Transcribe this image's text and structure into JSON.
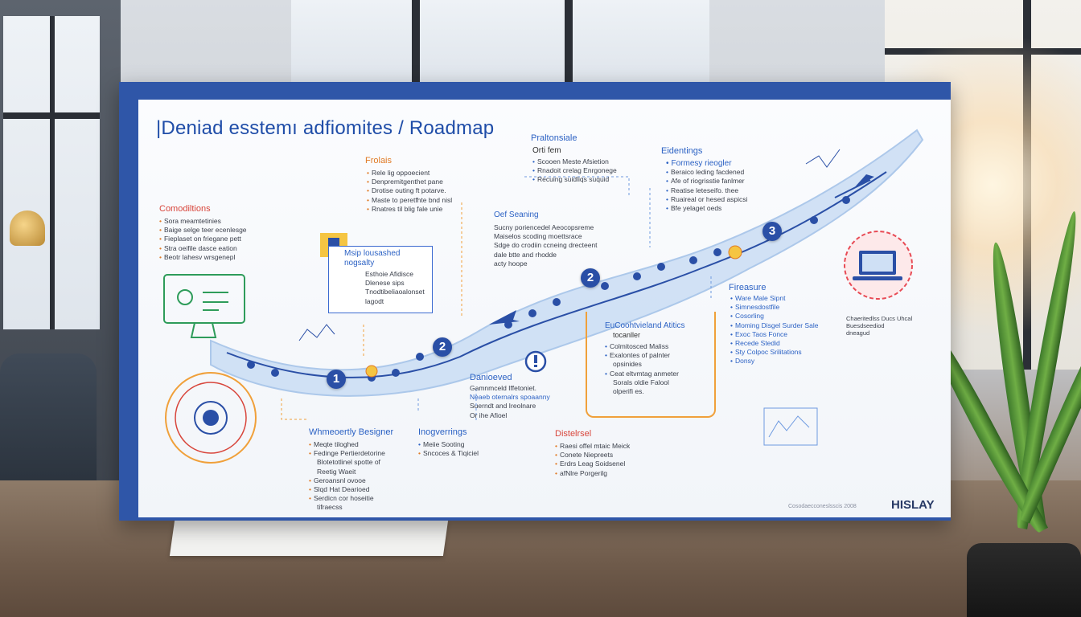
{
  "board": {
    "title": "|Deniad esstemı adfiomites / Roadmap",
    "brand": "HISLAY",
    "footnote": "Cosodaecconeslsscis 2008",
    "side_note": [
      "Chaeritedlss Ducs Uhcal",
      "Buesdseediod",
      "dneagud"
    ],
    "milestones": [
      "1",
      "2",
      "2",
      "3"
    ],
    "sections": {
      "frolais": {
        "heading": "Frolais",
        "lines": [
          "Rele lig oppoecient",
          "Denpremitgenthet pane",
          "Drotise outing ft potarve.",
          "Maste to peretfhte bnd nisl",
          "Rnatres til blig fale unie"
        ]
      },
      "profsionale": {
        "heading": "Praltonsiale",
        "sub": "Orti fem",
        "lines": [
          "Scooen Meste Afsietion",
          "Rnadoit crelag Enrgonege",
          "Recuing suidliqs suquid"
        ]
      },
      "eidentings": {
        "heading": "Eidentings",
        "lines": [
          "Formesy rieogler",
          "Beraico leding facdened",
          "Afe of riogrisstie fanlmer",
          "Reatise leteseifo. thee",
          "Ruaireal or hesed aspicsi",
          "Bfe yelaget oeds"
        ]
      },
      "comoditions": {
        "heading": "Comodiltions",
        "lines": [
          "Sora meamtetinies",
          "Baige selge teer ecenlesge",
          "Fieplaset on friegane pett",
          "Stra oeifile dasce eation",
          "Beotr lahesv wrsgenepl"
        ]
      },
      "main_box": {
        "heading": "Msip lousashed",
        "sub": "nogsalty",
        "lines": [
          "Esthoie Afidisce",
          "Dlenese sips",
          "Tnodtibeliaoalonset",
          "lagodt"
        ]
      },
      "oef_seaning": {
        "heading": "Oef Seaning",
        "lines": [
          "Sucny poriencedel Aeocopsreme",
          "Maiselos scoding moettsrace",
          "Sdge do crodiin ccneing drecteent",
          "dale btte and rhodde",
          "acty hoope"
        ]
      },
      "fireasure": {
        "heading": "Fireasure",
        "lines": [
          "Ware Male Sipnt",
          "Simnesdostfile",
          "Cosorling",
          "Moming Disgel Surder Sale",
          "Exoc Taos Fonce",
          "Recede Stedid",
          "Sty Colpoc Srilitations",
          "Donsy"
        ]
      },
      "eucoch": {
        "heading": "EuCoohtvieland Atitics",
        "sub": "tocanller",
        "lines": [
          "Colmitosced Maliss",
          "Exalontes of palnter",
          "opsinides",
          "Ceat eltvmtag anmeter",
          "Sorals oldie Falool",
          "olperifi es."
        ]
      },
      "danloved": {
        "heading": "Danioeved",
        "lines": [
          "Gamnmceld Iffetoniet.",
          "Neaeb oternalrs spoaanny",
          "Suerndt and Ireolnare",
          "Or ihe Afioel"
        ]
      },
      "whereotly": {
        "heading": "Whmeoertly Besigner",
        "lines": [
          "Meqte tiloghed",
          "Fedinge Pertierdetorine",
          "Blotetotlinel spotte of",
          "Reetig Waeit",
          "Geroansnl ovooe",
          "Slqd Hat Dearioed",
          "Serdicn cor hoseitie",
          "tifraecss"
        ]
      },
      "inogverrings": {
        "heading": "Inogverrings",
        "lines": [
          "Meiie Sooting",
          "Sncoces & Tiqiciel"
        ]
      },
      "distelrsel": {
        "heading": "Distelrsel",
        "lines": [
          "Raesi offel mtaic Meick",
          "Conete Niepreets",
          "Erdrs Leag Soidsenel",
          "afNlre Porgerilg"
        ]
      }
    }
  },
  "colors": {
    "board_frame": "#2f56a8",
    "accent_blue": "#2c62c4",
    "accent_orange": "#e07a24",
    "accent_red": "#d8453b",
    "path_fill": "#cfe0f5"
  },
  "icons": [
    "monitor-icon",
    "document-icon",
    "globe-icon",
    "alert-icon",
    "laptop-icon",
    "chart-icon",
    "sun-icon",
    "arrow-icon"
  ]
}
